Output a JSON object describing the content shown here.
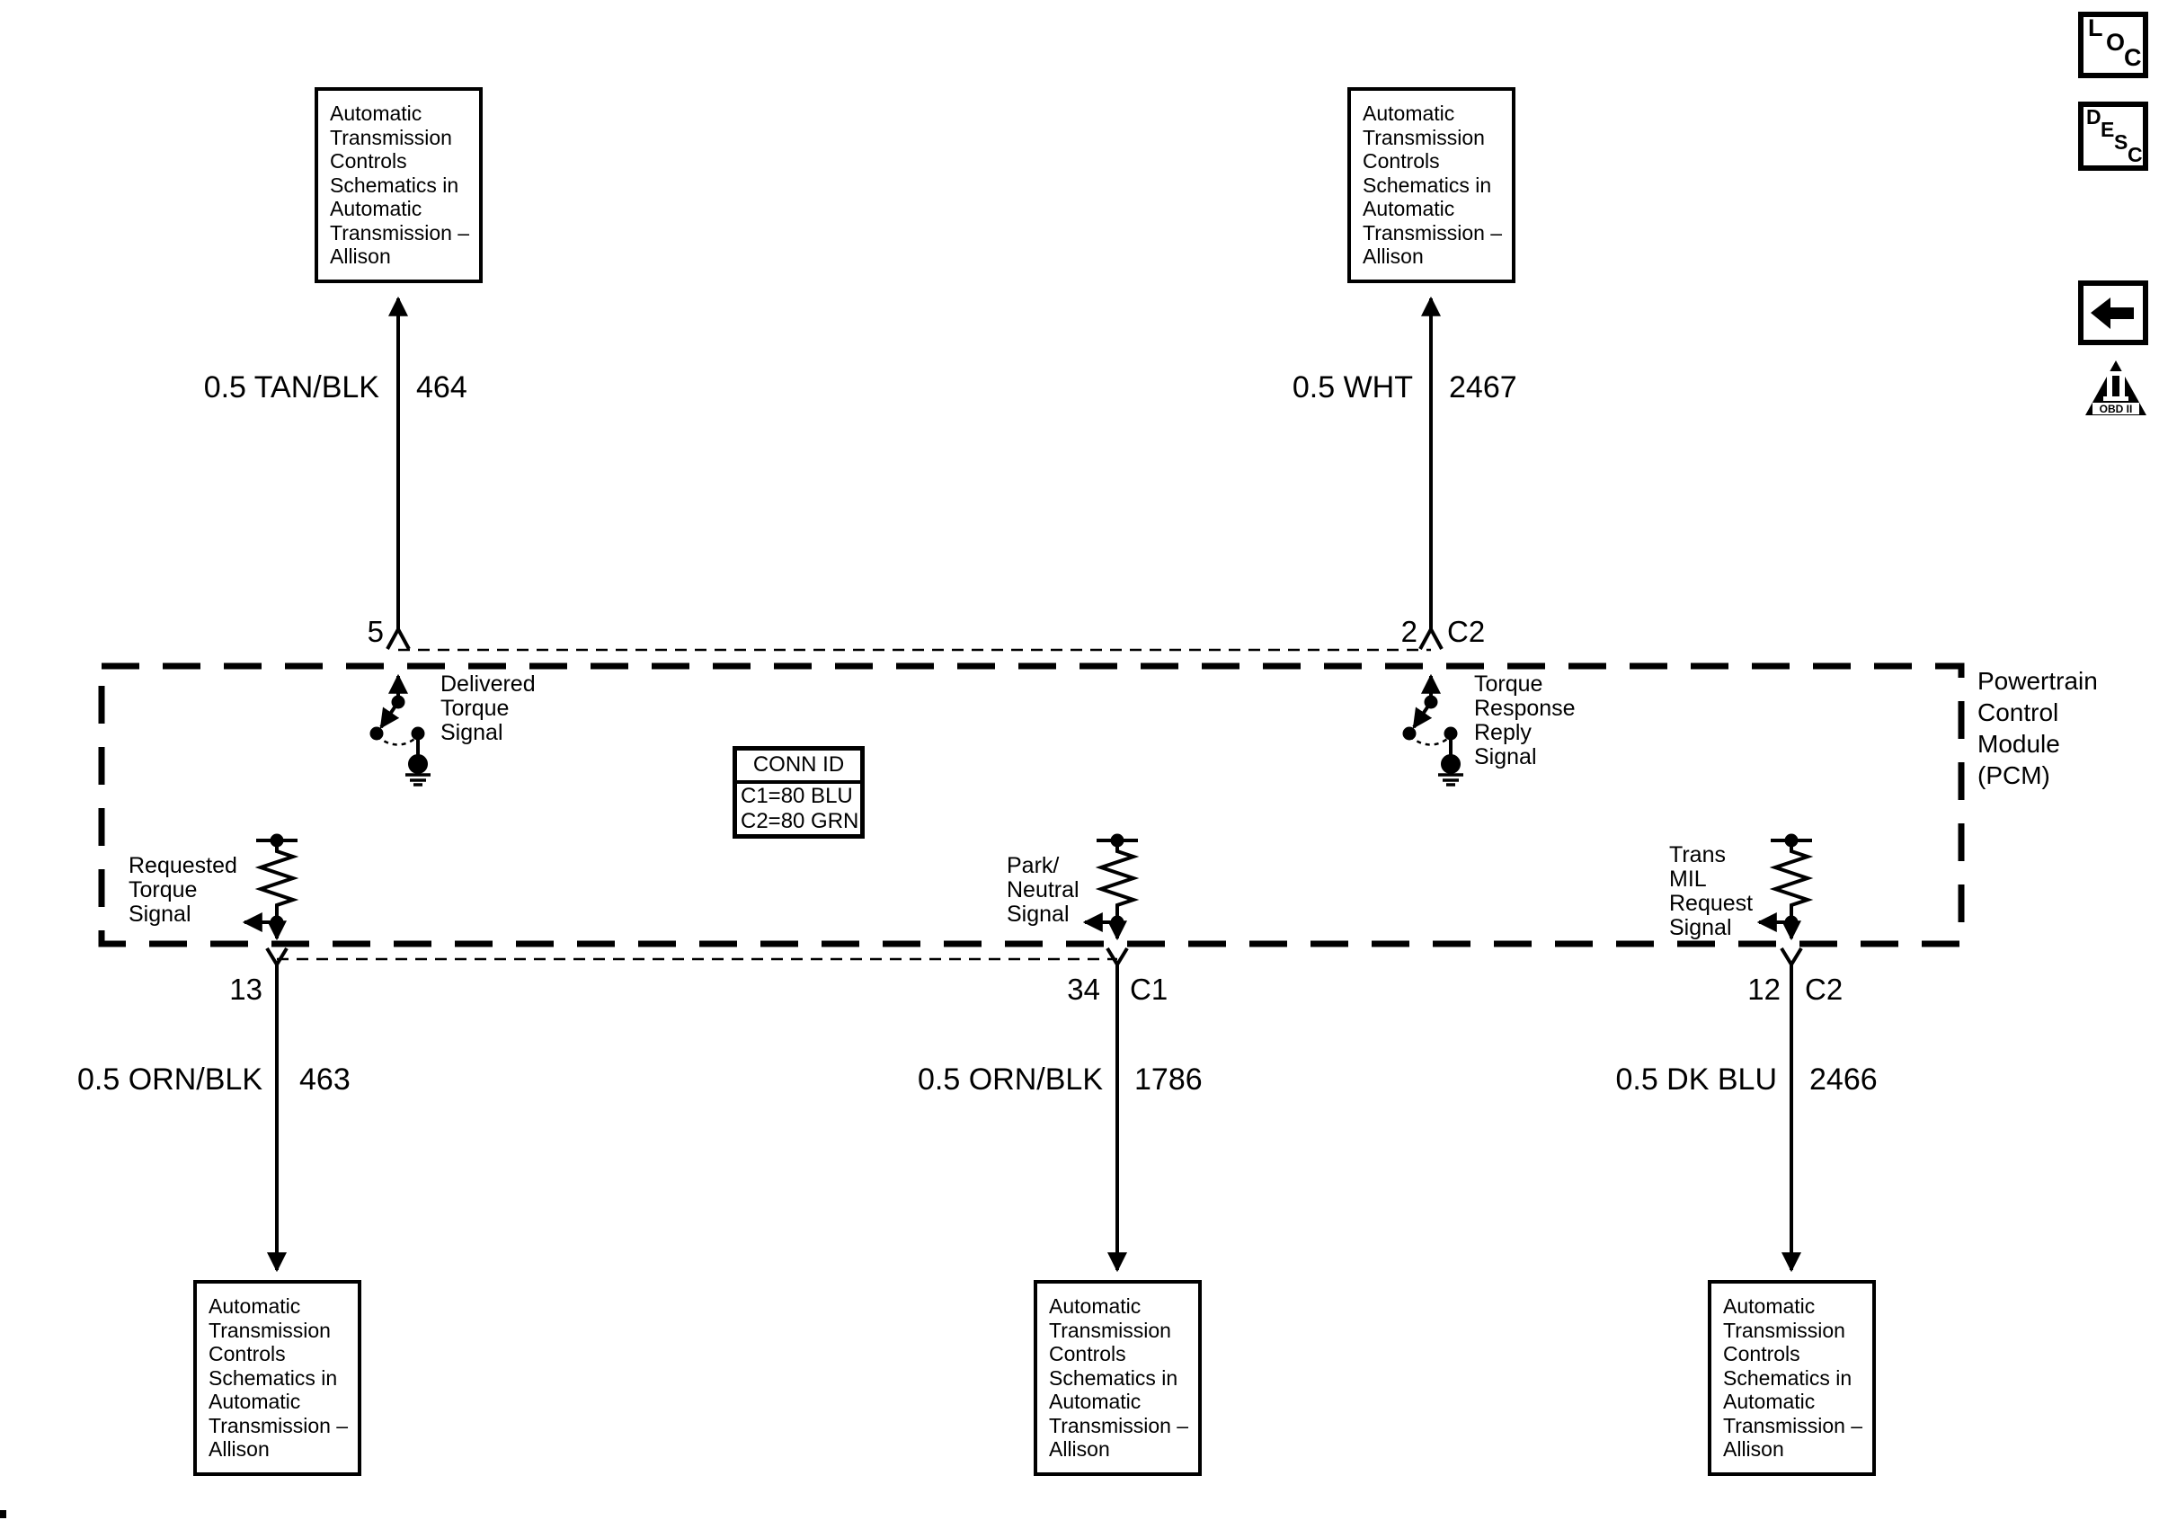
{
  "colors": {
    "ink": "#000000",
    "paper": "#ffffff"
  },
  "reference_box_text_lines": [
    "Automatic",
    "Transmission",
    "Controls",
    "Schematics in",
    "Automatic",
    "Transmission –",
    "Allison"
  ],
  "pcm": {
    "name_lines": [
      "Powertrain",
      "Control",
      "Module",
      "(PCM)"
    ],
    "conn_id": {
      "title": "CONN ID",
      "rows": [
        "C1=80 BLU",
        "C2=80 GRN"
      ]
    },
    "signals": {
      "delivered_torque": [
        "Delivered",
        "Torque",
        "Signal"
      ],
      "torque_response": [
        "Torque",
        "Response",
        "Reply",
        "Signal"
      ],
      "requested_torque": [
        "Requested",
        "Torque",
        "Signal"
      ],
      "park_neutral": [
        "Park/",
        "Neutral",
        "Signal"
      ],
      "trans_mil": [
        "Trans",
        "MIL",
        "Request",
        "Signal"
      ]
    }
  },
  "wires": {
    "top_left": {
      "label": "0.5 TAN/BLK",
      "circuit": "464",
      "pin": "5"
    },
    "top_right": {
      "label": "0.5 WHT",
      "circuit": "2467",
      "pin": "2",
      "connector": "C2"
    },
    "bottom_left": {
      "label": "0.5 ORN/BLK",
      "circuit": "463",
      "pin": "13"
    },
    "bottom_middle": {
      "label": "0.5 ORN/BLK",
      "circuit": "1786",
      "pin": "34",
      "connector": "C1"
    },
    "bottom_right": {
      "label": "0.5 DK BLU",
      "circuit": "2466",
      "pin": "12",
      "connector": "C2"
    }
  },
  "margin_icons": {
    "loc_letters": [
      "L",
      "O",
      "C"
    ],
    "desc_letters": [
      "D",
      "E",
      "S",
      "C"
    ],
    "back_arrow": "left-arrow",
    "obd_label": "OBD II"
  }
}
